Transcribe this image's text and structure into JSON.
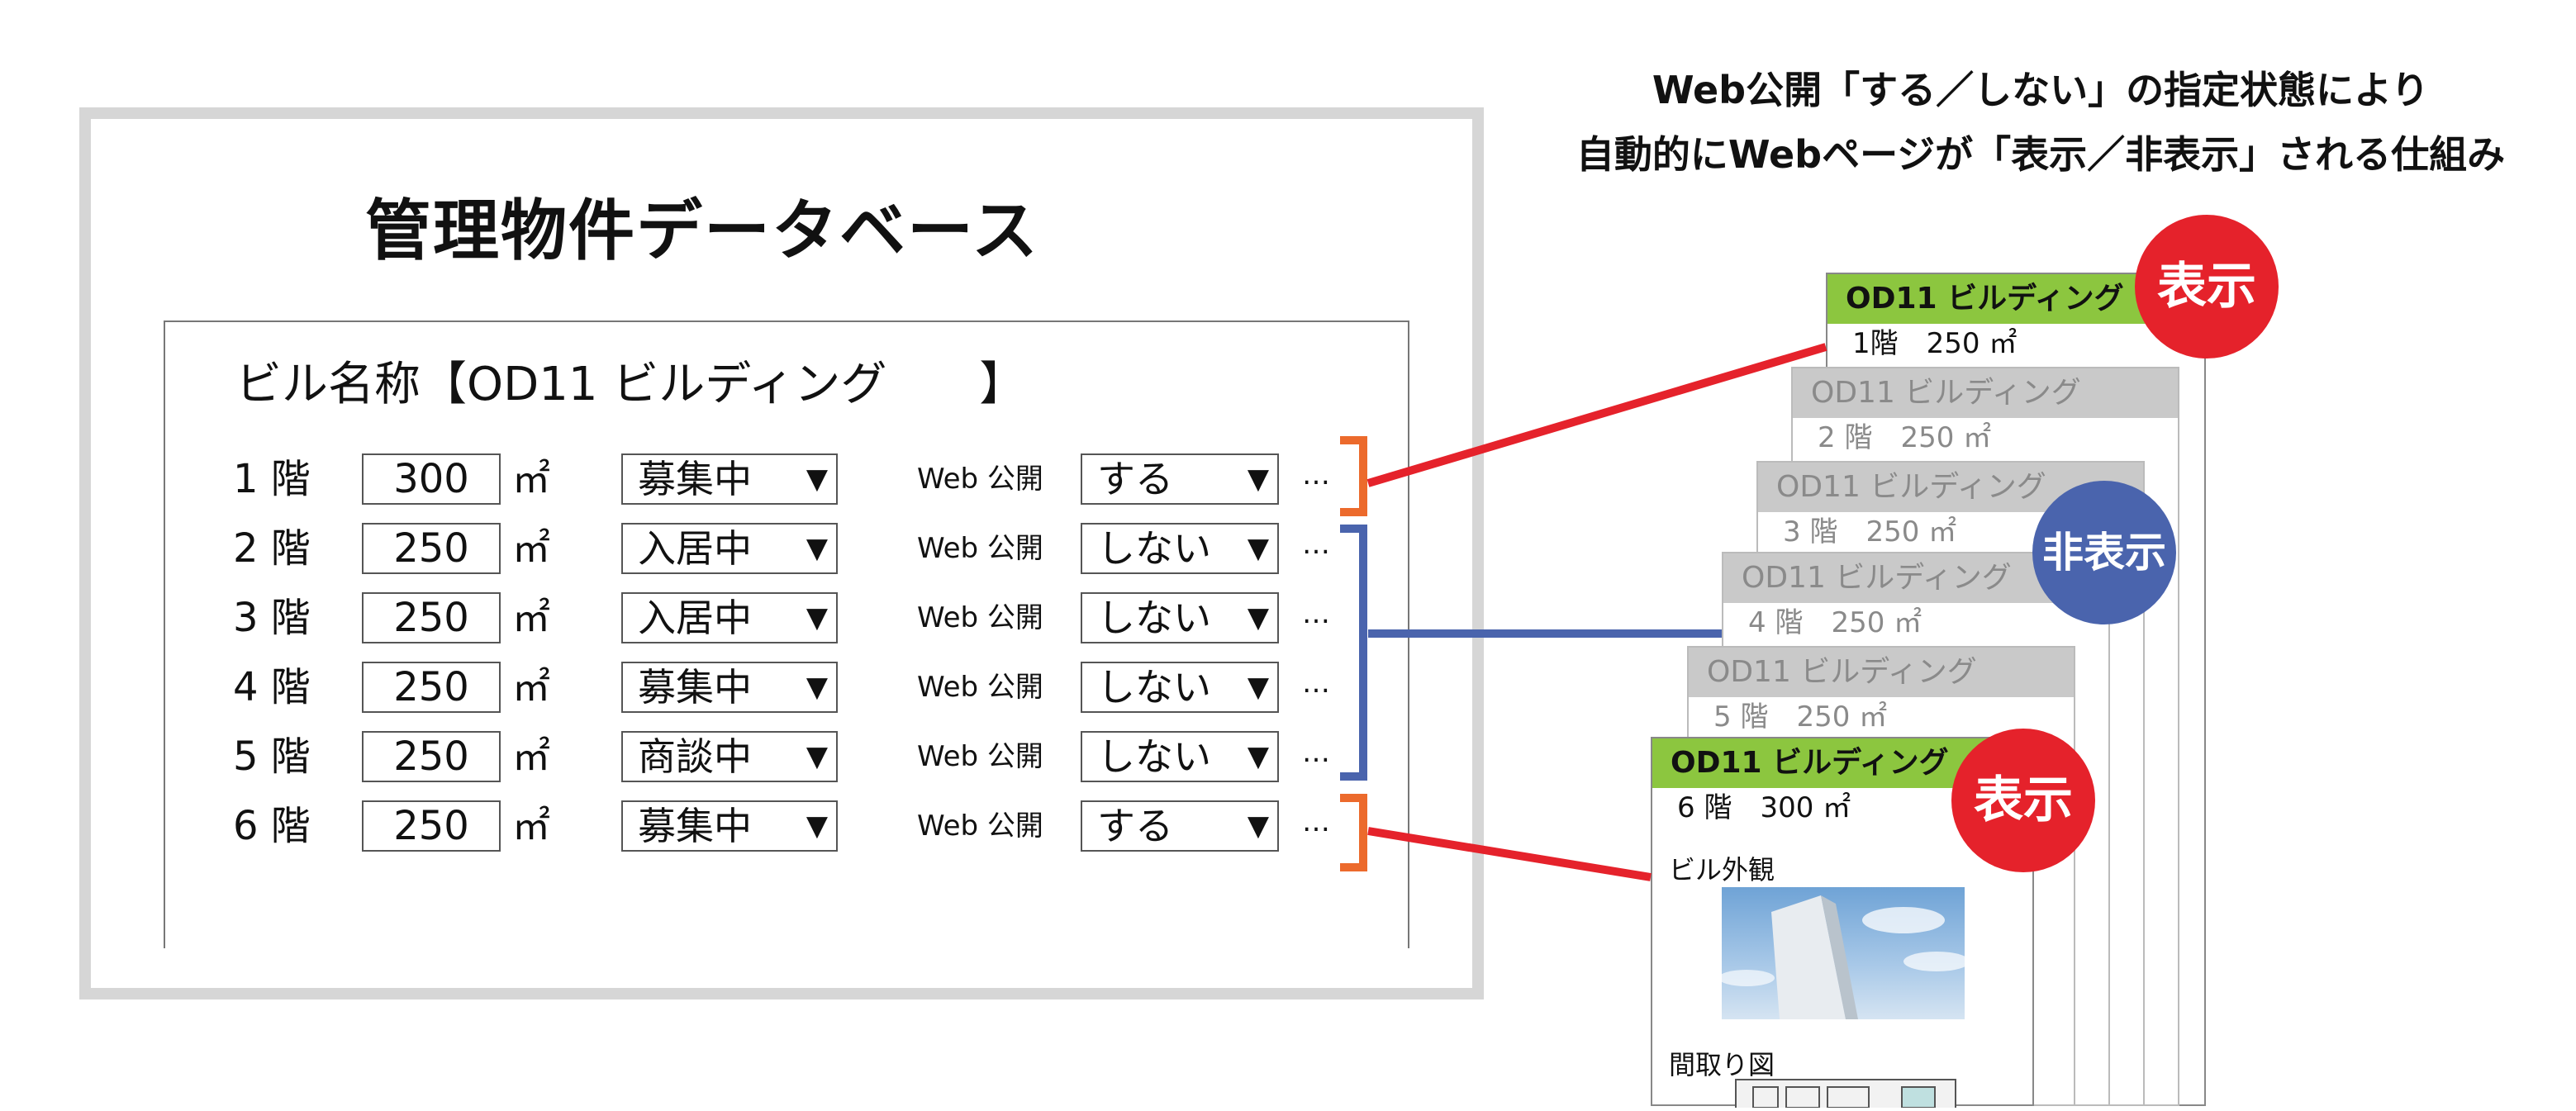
{
  "caption": {
    "line1": "Web公開「する／しない」の指定状態により",
    "line2": "自動的にWebページが「表示／非表示」される仕組み"
  },
  "database": {
    "title": "管理物件データベース",
    "building_name": "ビル名称【OD11 ビルディング　　】",
    "unit": "㎡",
    "web_label": "Web 公開",
    "ellipsis": "…",
    "arrow": "▼",
    "floors": [
      {
        "floor": "1 階",
        "area": "300",
        "status": "募集中",
        "publish": "する"
      },
      {
        "floor": "2 階",
        "area": "250",
        "status": "入居中",
        "publish": "しない"
      },
      {
        "floor": "3 階",
        "area": "250",
        "status": "入居中",
        "publish": "しない"
      },
      {
        "floor": "4 階",
        "area": "250",
        "status": "募集中",
        "publish": "しない"
      },
      {
        "floor": "5 階",
        "area": "250",
        "status": "商談中",
        "publish": "しない"
      },
      {
        "floor": "6 階",
        "area": "250",
        "status": "募集中",
        "publish": "する"
      }
    ]
  },
  "pages": {
    "building": "OD11 ビルディング",
    "cards": [
      {
        "floor": "1階　250 ㎡",
        "state": "visible"
      },
      {
        "floor": "2 階　250 ㎡",
        "state": "hidden"
      },
      {
        "floor": "3 階　250 ㎡",
        "state": "hidden"
      },
      {
        "floor": "4 階　250 ㎡",
        "state": "hidden"
      },
      {
        "floor": "5 階　250 ㎡",
        "state": "hidden"
      },
      {
        "floor": "6 階　300 ㎡",
        "state": "visible"
      }
    ],
    "exterior_label": "ビル外観",
    "floorplan_label": "間取り図"
  },
  "badges": {
    "show": "表示",
    "hide": "非表示"
  },
  "colors": {
    "show_line": "#e5222b",
    "hide_line": "#4a64ad",
    "bracket_show": "#ec6a2c",
    "bracket_hide": "#4a64ad",
    "header_green": "#8cc63f",
    "header_gray": "#c9c9c9"
  }
}
